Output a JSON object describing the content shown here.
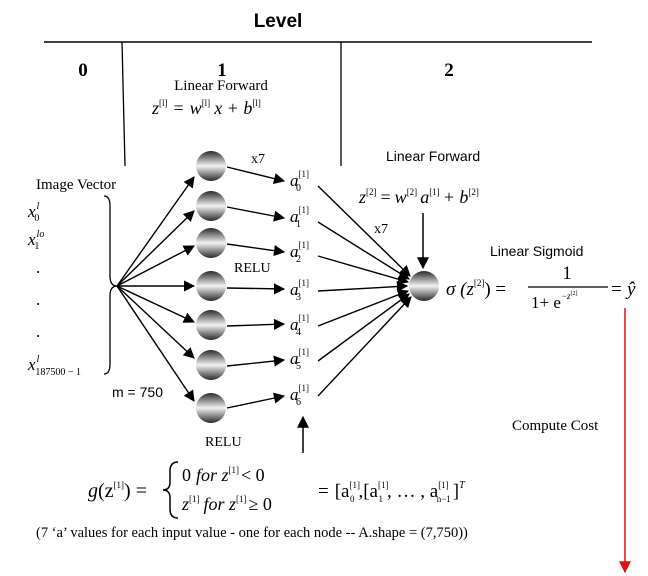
{
  "header": {
    "title": "Level",
    "col0": "0",
    "col1": "1",
    "col2": "2"
  },
  "labels": {
    "linear_forward_1": "Linear Forward",
    "linear_forward_2": "Linear Forward",
    "image_vector": "Image Vector",
    "relu_mid": "RELU",
    "relu_bottom": "RELU",
    "m_count": "m = 750",
    "x7_top": "x7",
    "x7_mid": "x7",
    "linear_sigmoid": "Linear Sigmoid",
    "compute_cost": "Compute Cost",
    "dot": ".",
    "footnote": "(7 ‘a’ values for each input value - one for each node -- A.shape = (7,750))"
  },
  "equations": {
    "z_l": "z",
    "z_l_sup": "[l]",
    "eq_sign": "=",
    "w_l": "w",
    "w_l_sup": "[l]",
    "x_plus_b": "x + b",
    "b_l_sup": "[l]",
    "z2": "z",
    "z2_sup": "[2]",
    "w2": "w",
    "w2_sup": "[2]",
    "a1": "a",
    "a1_sup": "[1]",
    "plus_b": "+ b",
    "b2_sup": "[2]",
    "sigma_open": "σ (z",
    "sigma_sup": "[2]",
    "sigma_close": ") =",
    "frac_num": "1",
    "frac_den": "1+ e",
    "frac_den_exp": "−z",
    "frac_den_exp_sup": "[2]",
    "yhat_eq": "=",
    "yhat": "ŷ"
  },
  "inputs": [
    {
      "base": "x",
      "sup": "l",
      "sub": "0"
    },
    {
      "base": "x",
      "sup": "lo",
      "sub": "1"
    },
    {
      "base": "x",
      "sup": "l",
      "sub": "187500 − 1"
    }
  ],
  "activations": [
    {
      "base": "a",
      "sup": "[1]",
      "sub": "0"
    },
    {
      "base": "a",
      "sup": "[1]",
      "sub": "1"
    },
    {
      "base": "a",
      "sup": "[1]",
      "sub": "2"
    },
    {
      "base": "a",
      "sup": "[1]",
      "sub": "3"
    },
    {
      "base": "a",
      "sup": "[1]",
      "sub": "4"
    },
    {
      "base": "a",
      "sup": "[1]",
      "sub": "5"
    },
    {
      "base": "a",
      "sup": "[1]",
      "sub": "6"
    }
  ],
  "relu_formula": {
    "g": "g",
    "g_open": "(z",
    "g_sup": "[1]",
    "g_close": ") =",
    "case1_zero": "0",
    "case1_text": "for z",
    "case1_sup": "[1]",
    "case1_rel": "< 0",
    "case2_z": "z",
    "case2_z_sup": "[1]",
    "case2_text": "for z",
    "case2_sup": "[1]",
    "case2_rel": "≥ 0",
    "result_eq": "=",
    "vec_open": "[a",
    "vec_a0_sup": "[1]",
    "vec_a0_sub": "0",
    "vec_sep1": ",[a",
    "vec_a1_sup": "[1]",
    "vec_a1_sub": "1",
    "vec_dots": ", … , a",
    "vec_an_sup": "[1]",
    "vec_an_sub": "n−1",
    "vec_close": "]",
    "vec_T": "T"
  },
  "colors": {
    "ink": "#000000",
    "cost_arrow": "#e01010",
    "node_dark": "#3a3a3a",
    "node_light": "#f4f4f4"
  }
}
